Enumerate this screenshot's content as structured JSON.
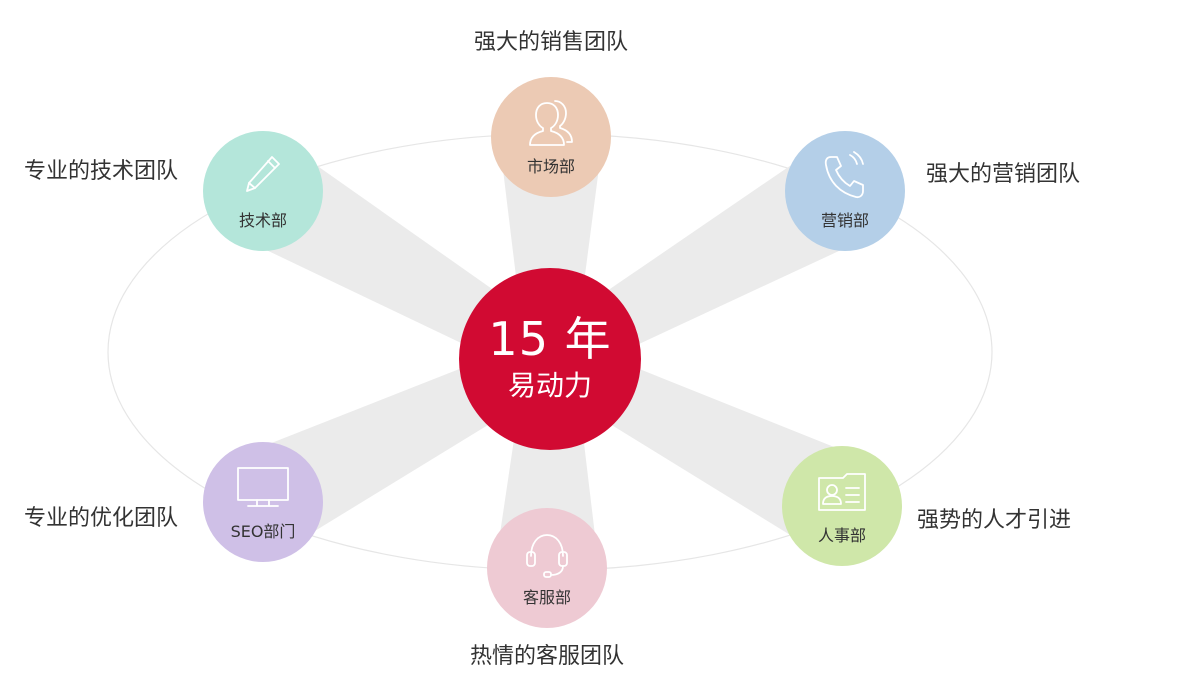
{
  "center": {
    "years": "15 年",
    "brand": "易动力",
    "color": "#d10a32"
  },
  "orbit_color": "#e6e6e6",
  "ray_color": "#ebebeb",
  "icon_stroke": "#ffffff",
  "departments": [
    {
      "key": "market",
      "label": "市场部",
      "caption": "强大的销售团队",
      "icon": "users-icon",
      "color": "#eccab4"
    },
    {
      "key": "sales",
      "label": "营销部",
      "caption": "强大的营销团队",
      "icon": "phone-icon",
      "color": "#b4cfe8"
    },
    {
      "key": "hr",
      "label": "人事部",
      "caption": "强势的人才引进",
      "icon": "id-card-icon",
      "color": "#cfe7a9"
    },
    {
      "key": "service",
      "label": "客服部",
      "caption": "热情的客服团队",
      "icon": "headset-icon",
      "color": "#eecad3"
    },
    {
      "key": "seo",
      "label": "SEO部门",
      "caption": "专业的优化团队",
      "icon": "monitor-icon",
      "color": "#cfc0e7"
    },
    {
      "key": "tech",
      "label": "技术部",
      "caption": "专业的技术团队",
      "icon": "pencil-icon",
      "color": "#b4e6da"
    }
  ]
}
